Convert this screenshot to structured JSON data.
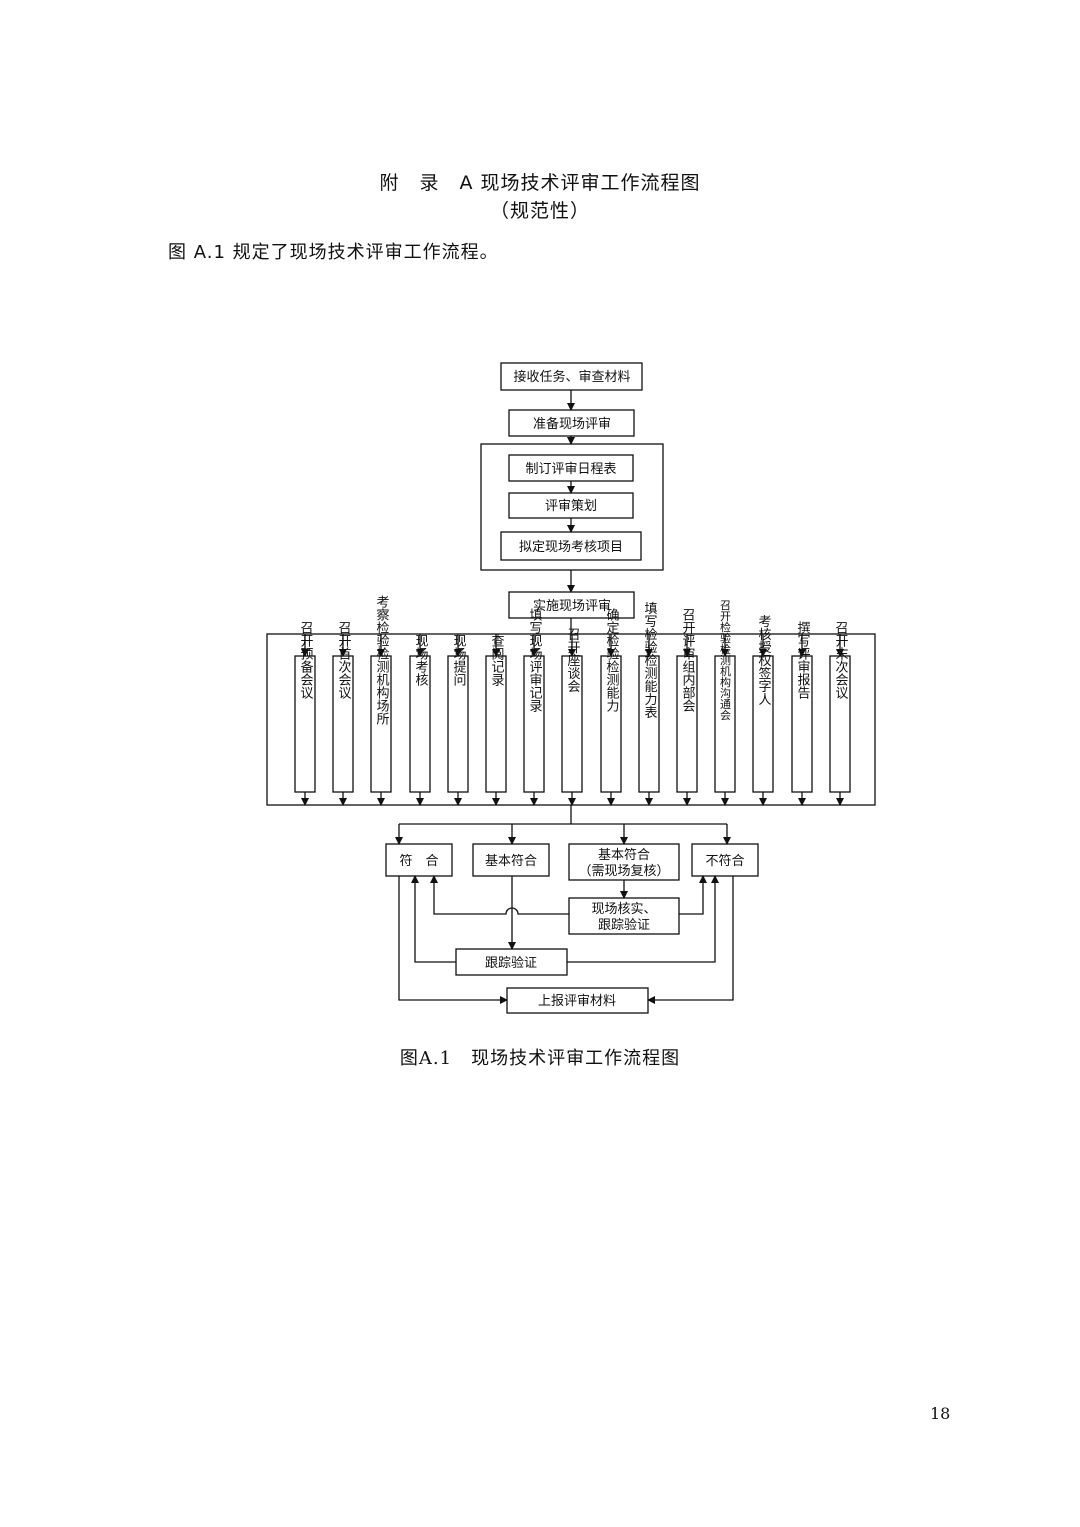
{
  "page": {
    "title": "附　录　A 现场技术评审工作流程图",
    "subtitle": "（规范性）",
    "intro": "图 A.1 规定了现场技术评审工作流程。",
    "caption": "图A.1　现场技术评审工作流程图",
    "page_number": "18"
  },
  "flow": {
    "receive": "接收任务、审查材料",
    "prepare": "准备现场评审",
    "schedule": "制订评审日程表",
    "planning": "评审策划",
    "projects": "拟定现场考核项目",
    "implement": "实施现场评审",
    "activities": [
      "召开预备会议",
      "召开首次会议",
      "考察检验检测机构场所",
      "现场考核",
      "现场提问",
      "查阅记录",
      "填写现场评审记录",
      "召开座谈会",
      "确定检验检测能力",
      "填写检验检测能力表",
      "召开评审组内部会",
      "召开检验检测机构沟通会",
      "考核授权签字人",
      "撰写评审报告",
      "召开末次会议"
    ],
    "conform": "符　合",
    "basic_conform": "基本符合",
    "basic_conform_review": [
      "基本符合",
      "（需现场复核）"
    ],
    "nonconform": "不符合",
    "verify": [
      "现场核实、",
      "跟踪验证"
    ],
    "tracking": "跟踪验证",
    "report": "上报评审材料"
  }
}
